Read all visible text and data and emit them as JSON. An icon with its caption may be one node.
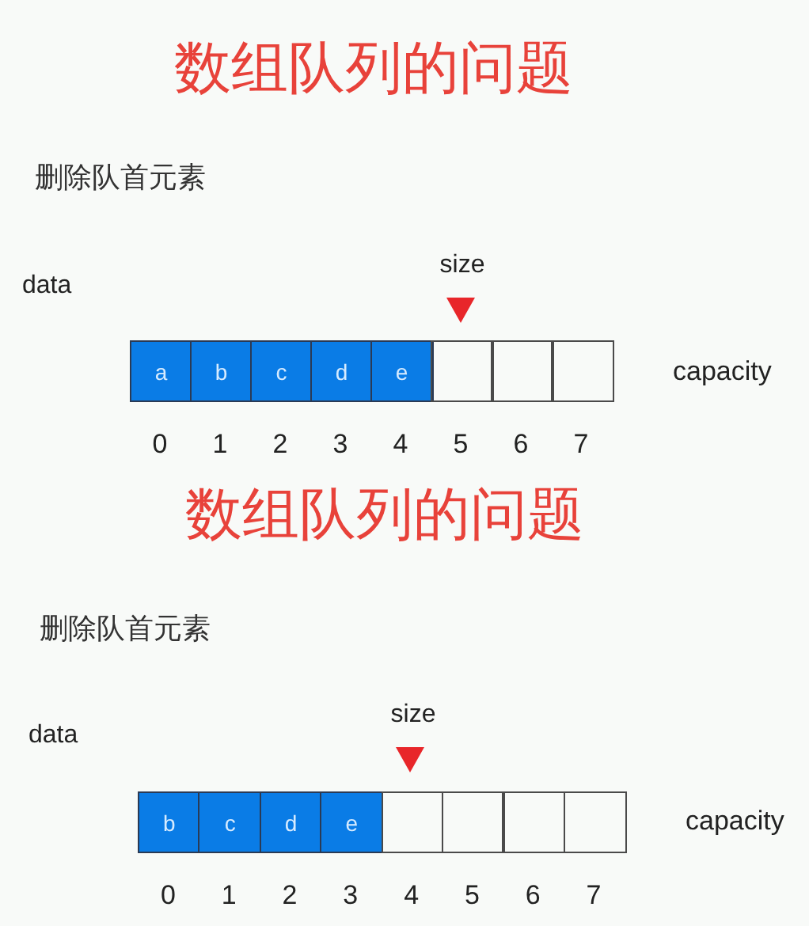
{
  "diagram": {
    "nodes": [
      {
        "text": [
          "a"
        ]
      },
      {
        "text": [
          "b"
        ]
      },
      {
        "text": [
          "c"
        ]
      },
      {
        "text": [
          "d"
        ]
      },
      {
        "text": [
          "e"
        ]
      },
      {
        "text": [],
        "shape": "box"
      },
      {
        "text": [],
        "shape": "box"
      },
      {
        "text": [],
        "shape": "box"
      },
      {
        "text": [
          "b"
        ]
      },
      {
        "text": [
          "c"
        ]
      },
      {
        "text": [
          "d"
        ]
      },
      {
        "text": [
          "e"
        ]
      },
      {
        "text": [],
        "shape": "box"
      },
      {
        "text": [],
        "shape": "box"
      },
      {
        "text": [],
        "shape": "box"
      },
      {
        "text": [],
        "shape": "box"
      }
    ],
    "edges": [],
    "labels": [
      "数组队列的问题",
      "删除队首元素",
      "size",
      "data",
      "capacity",
      "0",
      "1",
      "2",
      "3",
      "4",
      "5",
      "6",
      "7",
      "数组队列的问题",
      "删除队首元素",
      "size",
      "data",
      "capacity",
      "0",
      "1",
      "2",
      "3",
      "4",
      "5",
      "6",
      "7"
    ]
  }
}
